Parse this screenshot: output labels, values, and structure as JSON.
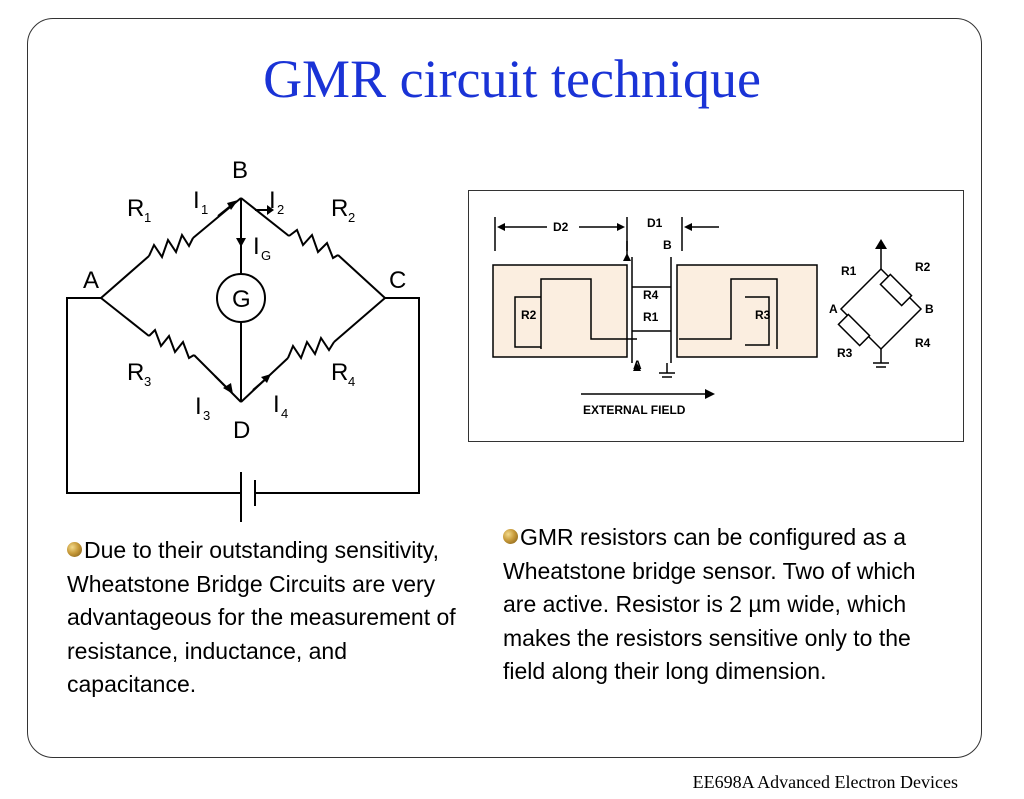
{
  "slide": {
    "title": "GMR circuit technique",
    "footer": "EE698A  Advanced Electron Devices"
  },
  "bridge_diagram": {
    "nodes": [
      "A",
      "B",
      "C",
      "D"
    ],
    "resistors": [
      "R",
      "R",
      "R",
      "R"
    ],
    "resistor_subscripts": [
      "1",
      "2",
      "3",
      "4"
    ],
    "currents": [
      "I",
      "I",
      "I",
      "I"
    ],
    "current_subscripts": [
      "1",
      "2",
      "3",
      "4"
    ],
    "galvanometer_current": "I",
    "galvanometer_current_subscript": "G",
    "galvanometer": "G"
  },
  "gmr_figure": {
    "dims": [
      "D2",
      "D1"
    ],
    "nodes": [
      "B",
      "A"
    ],
    "left_resistors": [
      "R2",
      "R4",
      "R1",
      "R3"
    ],
    "external_field": "EXTERNAL FIELD",
    "right_nodes": [
      "A",
      "B"
    ],
    "right_resistors": [
      "R1",
      "R2",
      "R3",
      "R4"
    ],
    "substrate_color": "#fbeee0"
  },
  "bullets": [
    "Due to their outstanding sensitivity, Wheatstone Bridge Circuits are very advantageous for the measurement of resistance, inductance, and capacitance.",
    "GMR resistors can be configured as a Wheatstone bridge sensor. Two of which are active. Resistor is 2 µm wide, which makes the resistors sensitive only to the field along their long dimension."
  ],
  "colors": {
    "title": "#1a33d6",
    "bullet": "#c79a3a"
  }
}
